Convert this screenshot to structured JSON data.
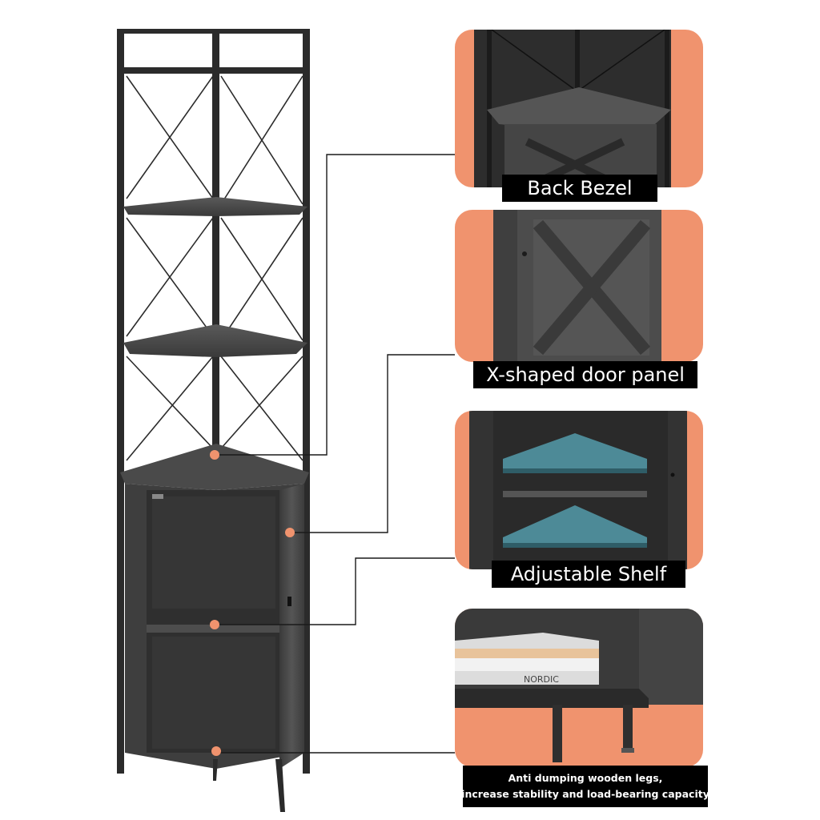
{
  "product": "corner shelf cabinet",
  "colors": {
    "accent": "#f0936e",
    "frame": "#2b2b2b",
    "wood": "#4a4a4a",
    "shelf_highlight": "#4d8a97"
  },
  "callouts": [
    {
      "label": "Back Bezel"
    },
    {
      "label": "X-shaped door panel"
    },
    {
      "label": "Adjustable Shelf"
    },
    {
      "label_line1": "Anti dumping wooden legs,",
      "label_line2": "increase stability and load-bearing capacity"
    }
  ],
  "book_spine_text": "NORDIC"
}
